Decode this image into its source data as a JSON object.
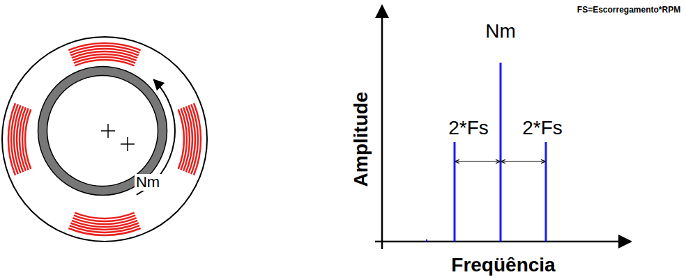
{
  "diagram": {
    "labels": [
      "Nm",
      "FS=Escorregamento*RPM",
      "Nm",
      "2*Fs",
      "2*Fs",
      "Amplitude",
      "Freqüência"
    ]
  }
}
